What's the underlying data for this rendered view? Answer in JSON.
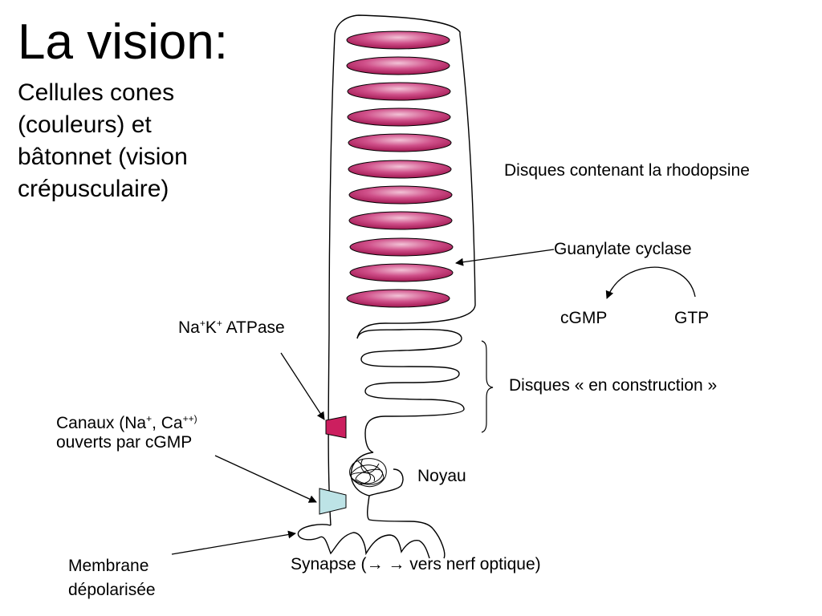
{
  "slide": {
    "title": "La vision:",
    "subtitle": [
      "Cellules cones",
      "(couleurs) et",
      "bâtonnet (vision",
      "crépusculaire)"
    ]
  },
  "labels": {
    "disques_rhodopsine": "Disques contenant la rhodopsine",
    "guanylate_cyclase": "Guanylate cyclase",
    "cgmp": "cGMP",
    "gtp": "GTP",
    "atpase": {
      "na": "Na",
      "k": "K",
      "plus": "+",
      "rest": " ATPase"
    },
    "disques_construction": "Disques « en construction »",
    "canaux": {
      "line1_a": "Canaux (Na",
      "plus": "+",
      "line1_b": ", Ca",
      "plusplus": "++)",
      "line2": "ouverts par cGMP"
    },
    "noyau": "Noyau",
    "membrane": [
      "Membrane",
      "dépolarisée"
    ],
    "synapse": {
      "pre": "Synapse (",
      "arrow": "→",
      "post": " vers nerf optique)"
    }
  },
  "colors": {
    "disk_fill": "#c0306e",
    "disk_highlight": "#f2c2d6",
    "atpase_fill": "#cc1f5f",
    "channel_fill": "#bde3e6",
    "stroke": "#000000"
  }
}
